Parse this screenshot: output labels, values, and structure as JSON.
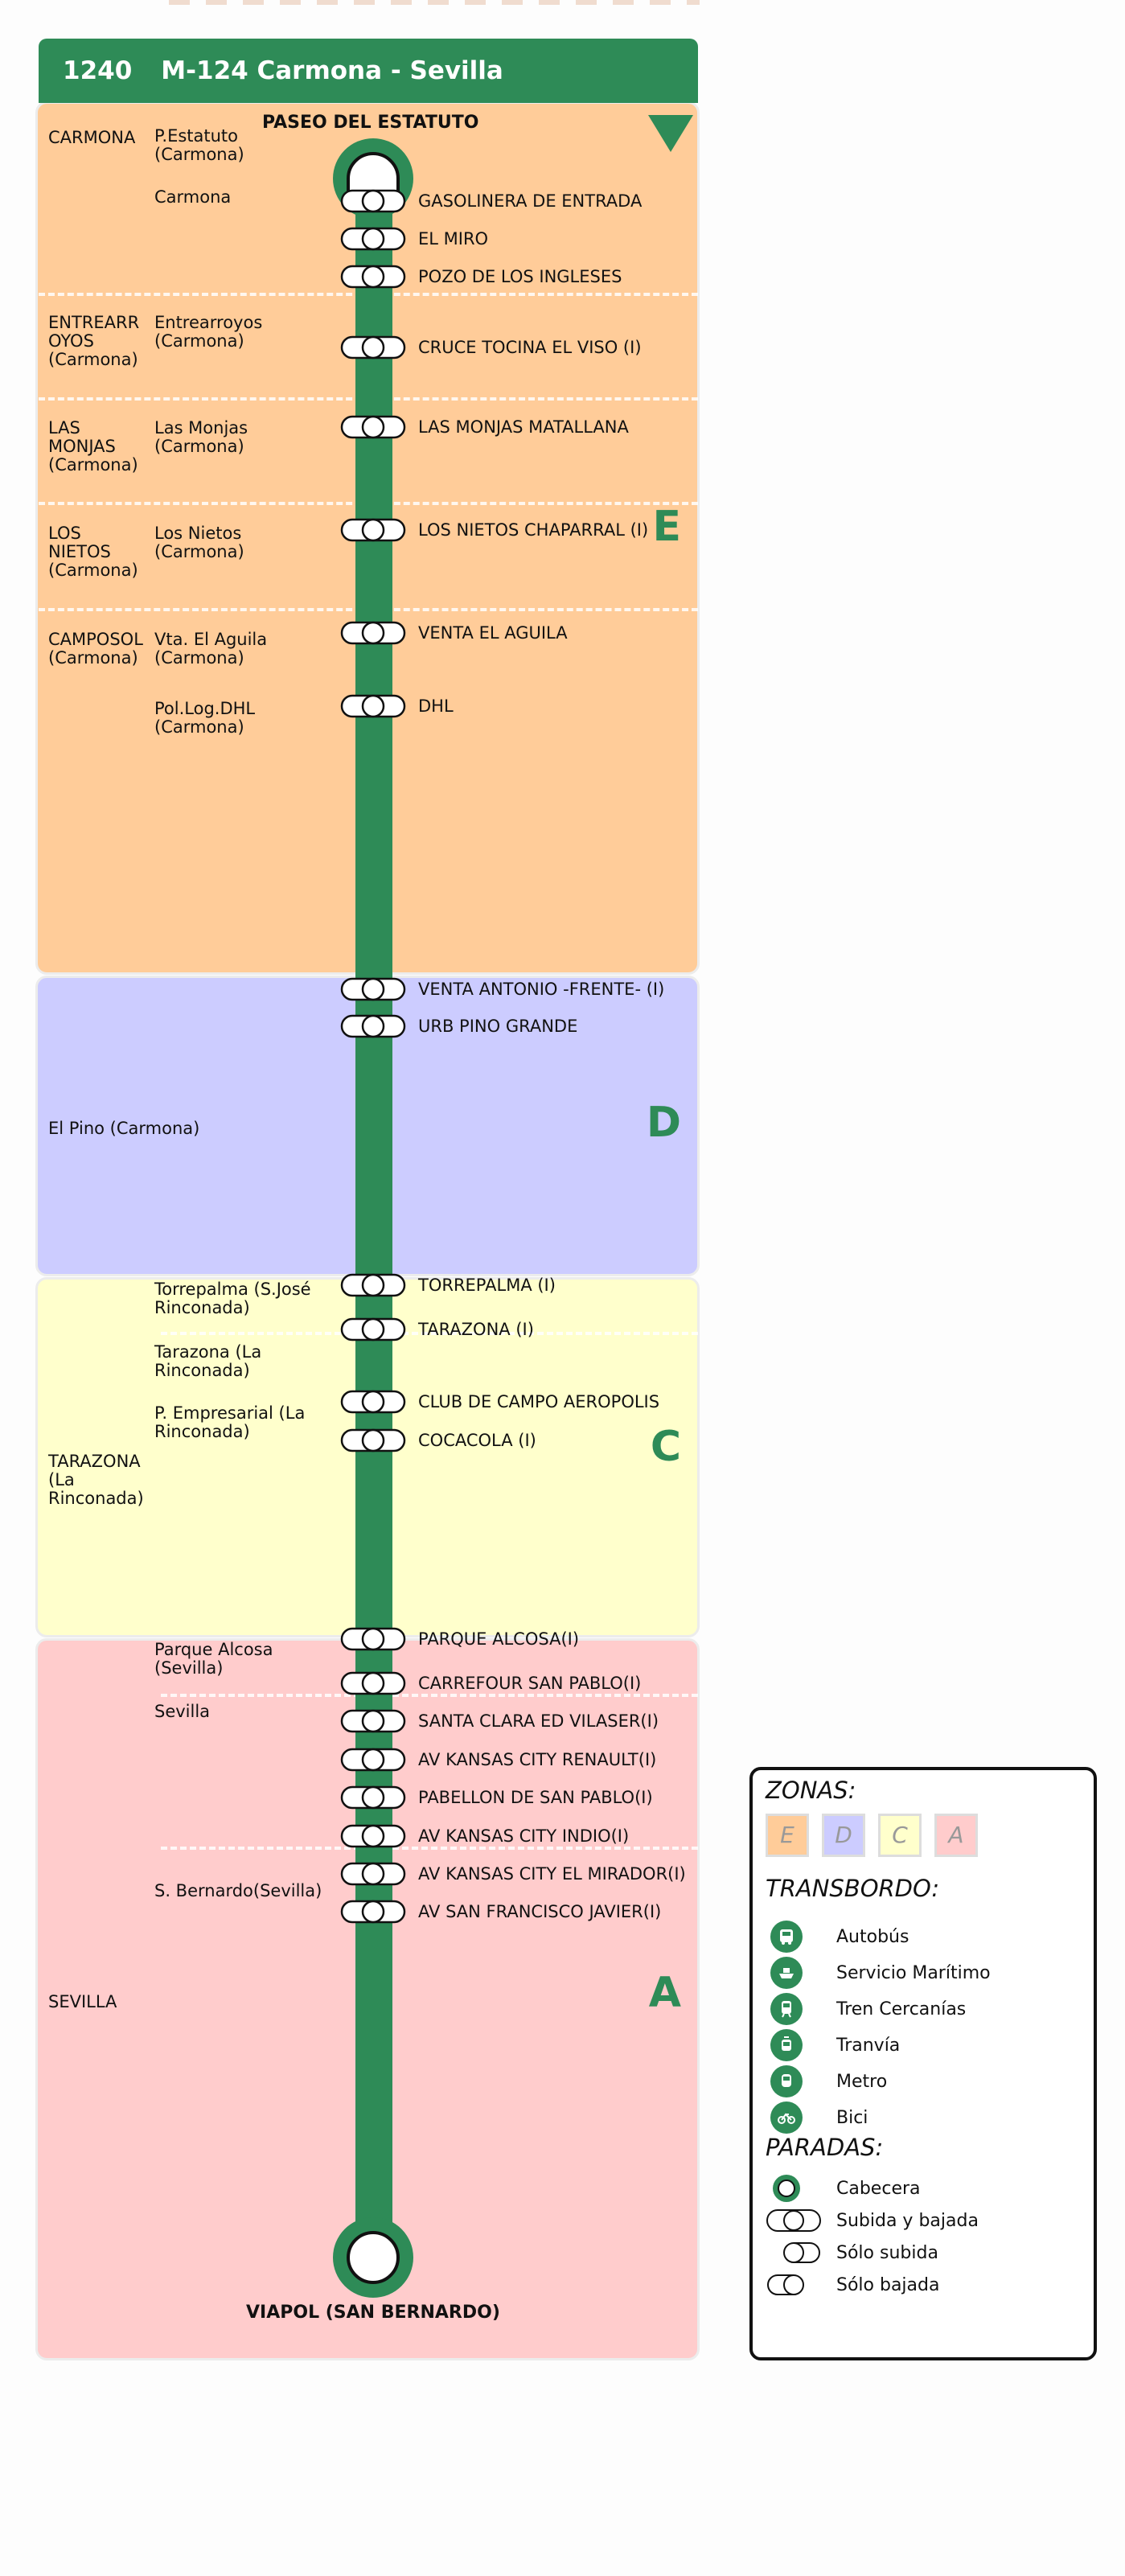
{
  "header": {
    "code": "1240",
    "title": "M-124 Carmona - Sevilla"
  },
  "colors": {
    "accent": "#2e8b57",
    "zone_E": "#ffcc99",
    "zone_D": "#ccccff",
    "zone_C": "#ffffcc",
    "zone_A": "#ffcccc"
  },
  "direction_icon": "triangle-down-icon",
  "zones": [
    {
      "letter": "E"
    },
    {
      "letter": "D"
    },
    {
      "letter": "C"
    },
    {
      "letter": "A"
    }
  ],
  "areas": {
    "carmona": "CARMONA",
    "entrearroyos": "ENTREARR\nOYOS\n(Carmona)",
    "las_monjas": "LAS\nMONJAS\n(Carmona)",
    "los_nietos": "LOS\nNIETOS\n(Carmona)",
    "camposol": "CAMPOSOL\n(Carmona)",
    "el_pino": "El Pino (Carmona)",
    "tarazona": "TARAZONA\n(La\nRinconada)",
    "sevilla": "SEVILLA"
  },
  "localities": {
    "pestatuto": "P.Estatuto\n(Carmona)",
    "carmona": "Carmona",
    "entrearroyos": "Entrearroyos\n(Carmona)",
    "las_monjas": "Las Monjas\n(Carmona)",
    "los_nietos": "Los Nietos\n(Carmona)",
    "vta_aguila": "Vta. El Aguila\n(Carmona)",
    "pol_dhl": "Pol.Log.DHL\n(Carmona)",
    "torrepalma": "Torrepalma (S.José\nRinconada)",
    "tarazona": "Tarazona (La\nRinconada)",
    "p_empresarial": "P. Empresarial (La\nRinconada)",
    "parque_alcosa": "Parque Alcosa\n(Sevilla)",
    "sevilla": "Sevilla",
    "s_bernardo": "S. Bernardo(Sevilla)"
  },
  "terminals": {
    "start": "PASEO DEL ESTATUTO",
    "end": "VIAPOL (SAN BERNARDO)"
  },
  "stops": [
    "GASOLINERA DE ENTRADA",
    "EL MIRO",
    "POZO DE LOS INGLESES",
    "CRUCE TOCINA EL VISO (I)",
    "LAS MONJAS MATALLANA",
    "LOS NIETOS CHAPARRAL (I)",
    "VENTA EL AGUILA",
    "DHL",
    "VENTA ANTONIO -FRENTE- (I)",
    "URB PINO GRANDE",
    "TORREPALMA (I)",
    "TARAZONA (I)",
    "CLUB DE CAMPO AEROPOLIS",
    "COCACOLA (I)",
    "PARQUE ALCOSA(I)",
    "CARREFOUR SAN PABLO(I)",
    "SANTA CLARA ED VILASER(I)",
    "AV KANSAS CITY RENAULT(I)",
    "PABELLON DE SAN PABLO(I)",
    "AV KANSAS CITY INDIO(I)",
    "AV KANSAS CITY EL MIRADOR(I)",
    "AV SAN FRANCISCO JAVIER(I)"
  ],
  "legend": {
    "zonas_title": "ZONAS:",
    "zones": [
      "E",
      "D",
      "C",
      "A"
    ],
    "transbordo_title": "TRANSBORDO:",
    "transfers": [
      {
        "label": "Autobús",
        "icon": "bus-icon"
      },
      {
        "label": "Servicio Marítimo",
        "icon": "ship-icon"
      },
      {
        "label": "Tren Cercanías",
        "icon": "train-icon"
      },
      {
        "label": "Tranvía",
        "icon": "tram-icon"
      },
      {
        "label": "Metro",
        "icon": "metro-icon"
      },
      {
        "label": "Bici",
        "icon": "bike-icon"
      }
    ],
    "paradas_title": "PARADAS:",
    "stop_types": [
      {
        "label": "Cabecera",
        "icon": "terminal-stop-icon"
      },
      {
        "label": "Subida y bajada",
        "icon": "board-alight-stop-icon"
      },
      {
        "label": "Sólo subida",
        "icon": "board-only-stop-icon"
      },
      {
        "label": "Sólo bajada",
        "icon": "alight-only-stop-icon"
      }
    ]
  }
}
